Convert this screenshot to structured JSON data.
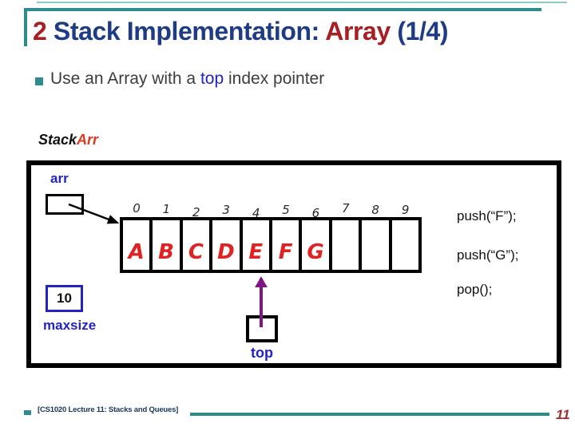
{
  "colors": {
    "teal": "#2e8b8e",
    "teal-light": "#8fc9cb",
    "title-navy": "#1e3c86",
    "title-red": "#a81e22",
    "text-dark": "#3c3c3c",
    "link-blue": "#2323c4",
    "stack-black": "#111111",
    "arr-orange": "#dc3a1e",
    "cell-red": "#e02222",
    "purple": "#7d1583",
    "footer-navy": "#16365c",
    "page-red": "#a03030"
  },
  "title": {
    "number": "2",
    "part1": "Stack Implementation:",
    "part2": "Array",
    "part3": "(1/4)"
  },
  "bullet": {
    "pre": "Use an Array with a",
    "highlight": "top",
    "post": "index pointer"
  },
  "stack_label": {
    "part1": "Stack",
    "part2": "Arr"
  },
  "diagram": {
    "arr_label": "arr",
    "indices": [
      "0",
      "1",
      "2",
      "3",
      "4",
      "5",
      "6",
      "7",
      "8",
      "9"
    ],
    "cells": [
      "A",
      "B",
      "C",
      "D",
      "E",
      "F",
      "G",
      "",
      "",
      ""
    ],
    "maxsize_value": "10",
    "maxsize_label": "maxsize",
    "top_label": "top",
    "ops": [
      "push(“F”);",
      "push(“G”);",
      "pop();"
    ]
  },
  "footer": {
    "source": "[CS1020 Lecture 11: Stacks and Queues]",
    "page": "11"
  }
}
